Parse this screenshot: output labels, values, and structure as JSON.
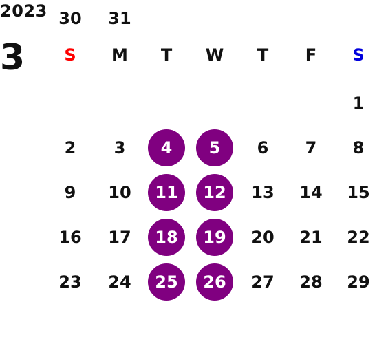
{
  "calendar": {
    "year": "2023",
    "month": "3",
    "weekdays": [
      "S",
      "M",
      "T",
      "W",
      "T",
      "F",
      "S"
    ],
    "weekday_colors": {
      "sunday": "#ff0000",
      "saturday": "#0000dd",
      "default": "#111111"
    },
    "highlight_color": "#800080",
    "first_weekday_index": 6,
    "days": [
      "1",
      "2",
      "3",
      "4",
      "5",
      "6",
      "7",
      "8",
      "9",
      "10",
      "11",
      "12",
      "13",
      "14",
      "15",
      "16",
      "17",
      "18",
      "19",
      "20",
      "21",
      "22",
      "23",
      "24",
      "25",
      "26",
      "27",
      "28",
      "29",
      "30",
      "31"
    ],
    "highlighted_days": [
      "4",
      "5",
      "11",
      "12",
      "18",
      "19",
      "25",
      "26"
    ]
  }
}
